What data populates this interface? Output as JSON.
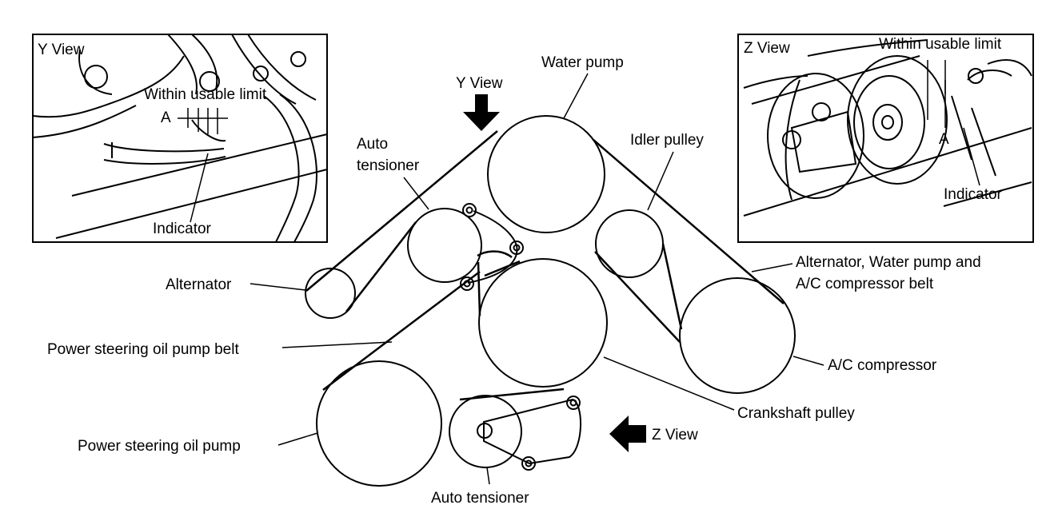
{
  "labels": {
    "water_pump": "Water pump",
    "y_view_arrow": "Y View",
    "auto_tensioner_top_1": "Auto",
    "auto_tensioner_top_2": "tensioner",
    "idler_pulley": "Idler pulley",
    "alternator": "Alternator",
    "ac_belt_1": "Alternator, Water pump and",
    "ac_belt_2": "A/C compressor belt",
    "ps_belt": "Power steering oil pump belt",
    "ac_compressor": "A/C compressor",
    "crankshaft_pulley": "Crankshaft pulley",
    "ps_pump": "Power steering oil pump",
    "z_view_arrow": "Z View",
    "auto_tensioner_bottom": "Auto tensioner"
  },
  "y_view_inset": {
    "title": "Y View",
    "limit": "Within usable limit",
    "marker": "A",
    "indicator": "Indicator"
  },
  "z_view_inset": {
    "title": "Z View",
    "limit": "Within usable limit",
    "marker": "A",
    "indicator": "Indicator"
  }
}
